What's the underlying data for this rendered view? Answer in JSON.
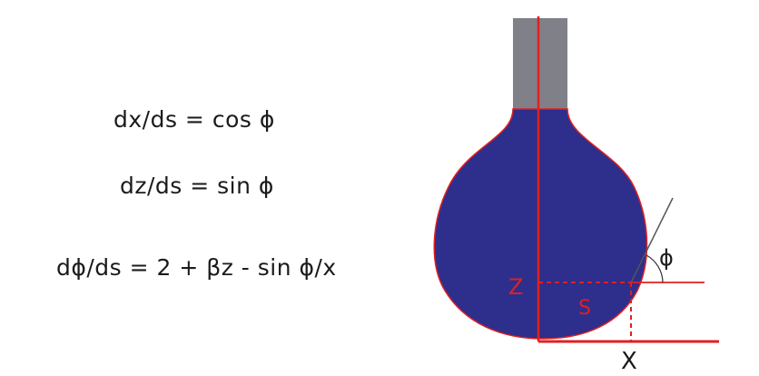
{
  "equations": {
    "dx_ds": "dx/ds = cos ϕ",
    "dz_ds": "dz/ds = sin ϕ",
    "dphi_ds": "dϕ/ds = 2 + βz - sin ϕ/x"
  },
  "diagram": {
    "label_z": "Z",
    "label_s": "S",
    "label_x": "X",
    "label_phi": "ϕ",
    "colors": {
      "drop_fill": "#2e2e8c",
      "needle": "#808089",
      "axis_red": "#e02020",
      "tangent": "#555555",
      "text": "#1b1b1b"
    }
  }
}
